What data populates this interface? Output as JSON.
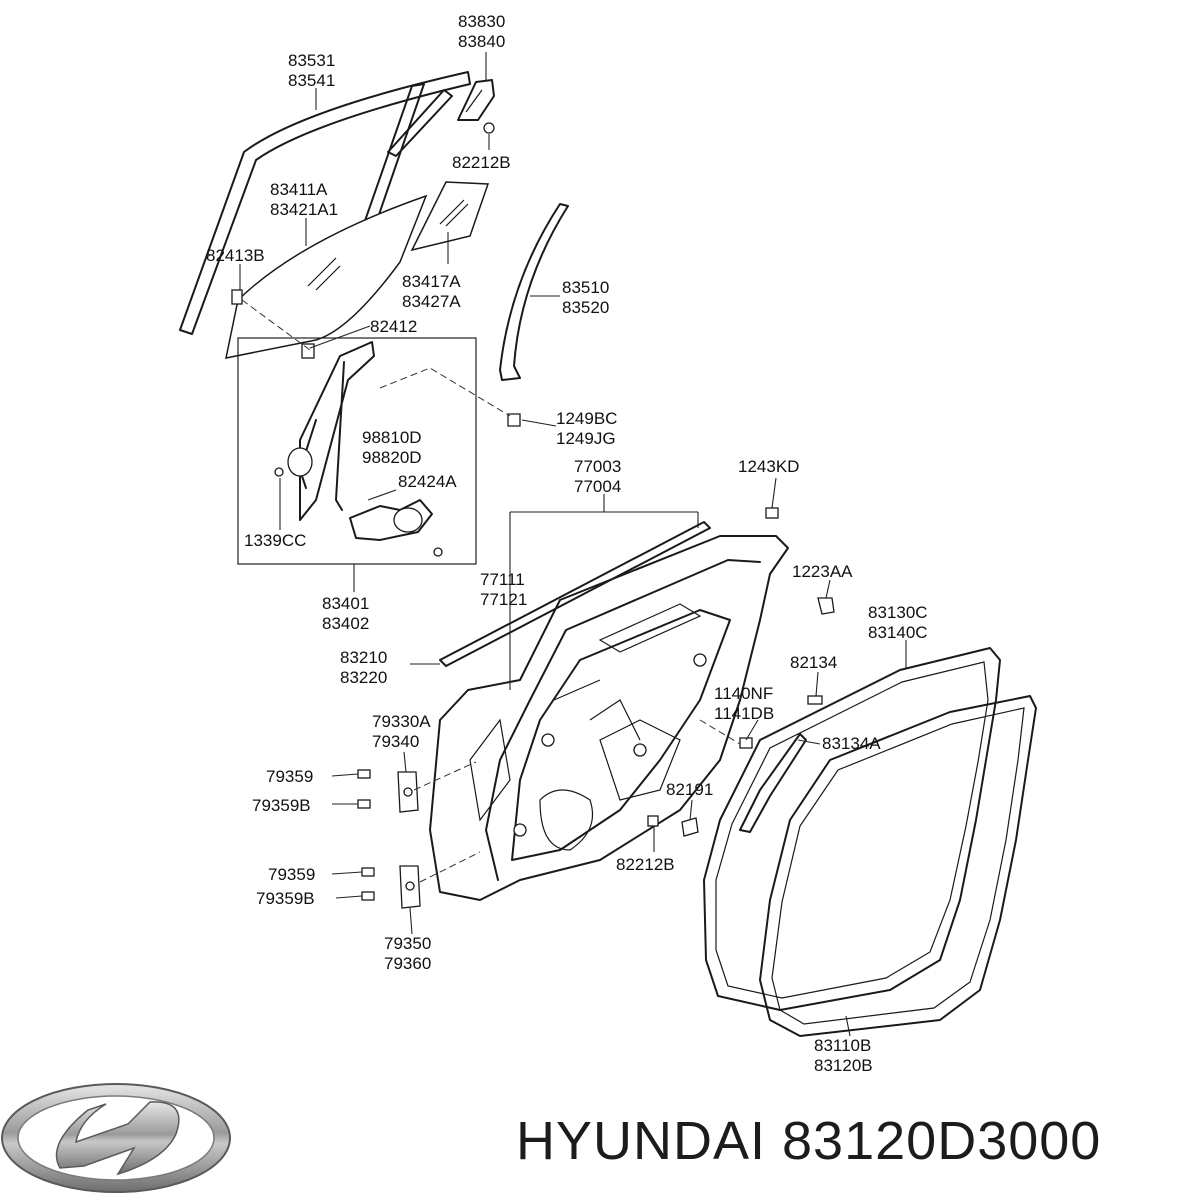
{
  "labels": {
    "l83830": "83830",
    "l83840": "83840",
    "l83531": "83531",
    "l83541": "83541",
    "l82212b_top": "82212B",
    "l83411a": "83411A",
    "l83421a1": "83421A1",
    "l82413b": "82413B",
    "l83417a": "83417A",
    "l83427a": "83427A",
    "l83510": "83510",
    "l83520": "83520",
    "l82412": "82412",
    "l1249bc": "1249BC",
    "l1249jg": "1249JG",
    "l98810d": "98810D",
    "l98820d": "98820D",
    "l82424a": "82424A",
    "l1339cc": "1339CC",
    "l83401": "83401",
    "l83402": "83402",
    "l77003": "77003",
    "l77004": "77004",
    "l1243kd": "1243KD",
    "l77111": "77111",
    "l77121": "77121",
    "l1223aa": "1223AA",
    "l83130c": "83130C",
    "l83140c": "83140C",
    "l83210": "83210",
    "l83220": "83220",
    "l82134": "82134",
    "l79330a": "79330A",
    "l79340": "79340",
    "l1140nf": "1140NF",
    "l1141db": "1141DB",
    "l83134a": "83134A",
    "l79359_a": "79359",
    "l79359b_a": "79359B",
    "l82191": "82191",
    "l82212b_bot": "82212B",
    "l79359_b": "79359",
    "l79359b_b": "79359B",
    "l79350": "79350",
    "l79360": "79360",
    "l83110b": "83110B",
    "l83120b": "83120B"
  },
  "footer": {
    "title": "HYUNDAI 83120D3000"
  },
  "logo": {
    "icon": "hyundai-logo"
  }
}
